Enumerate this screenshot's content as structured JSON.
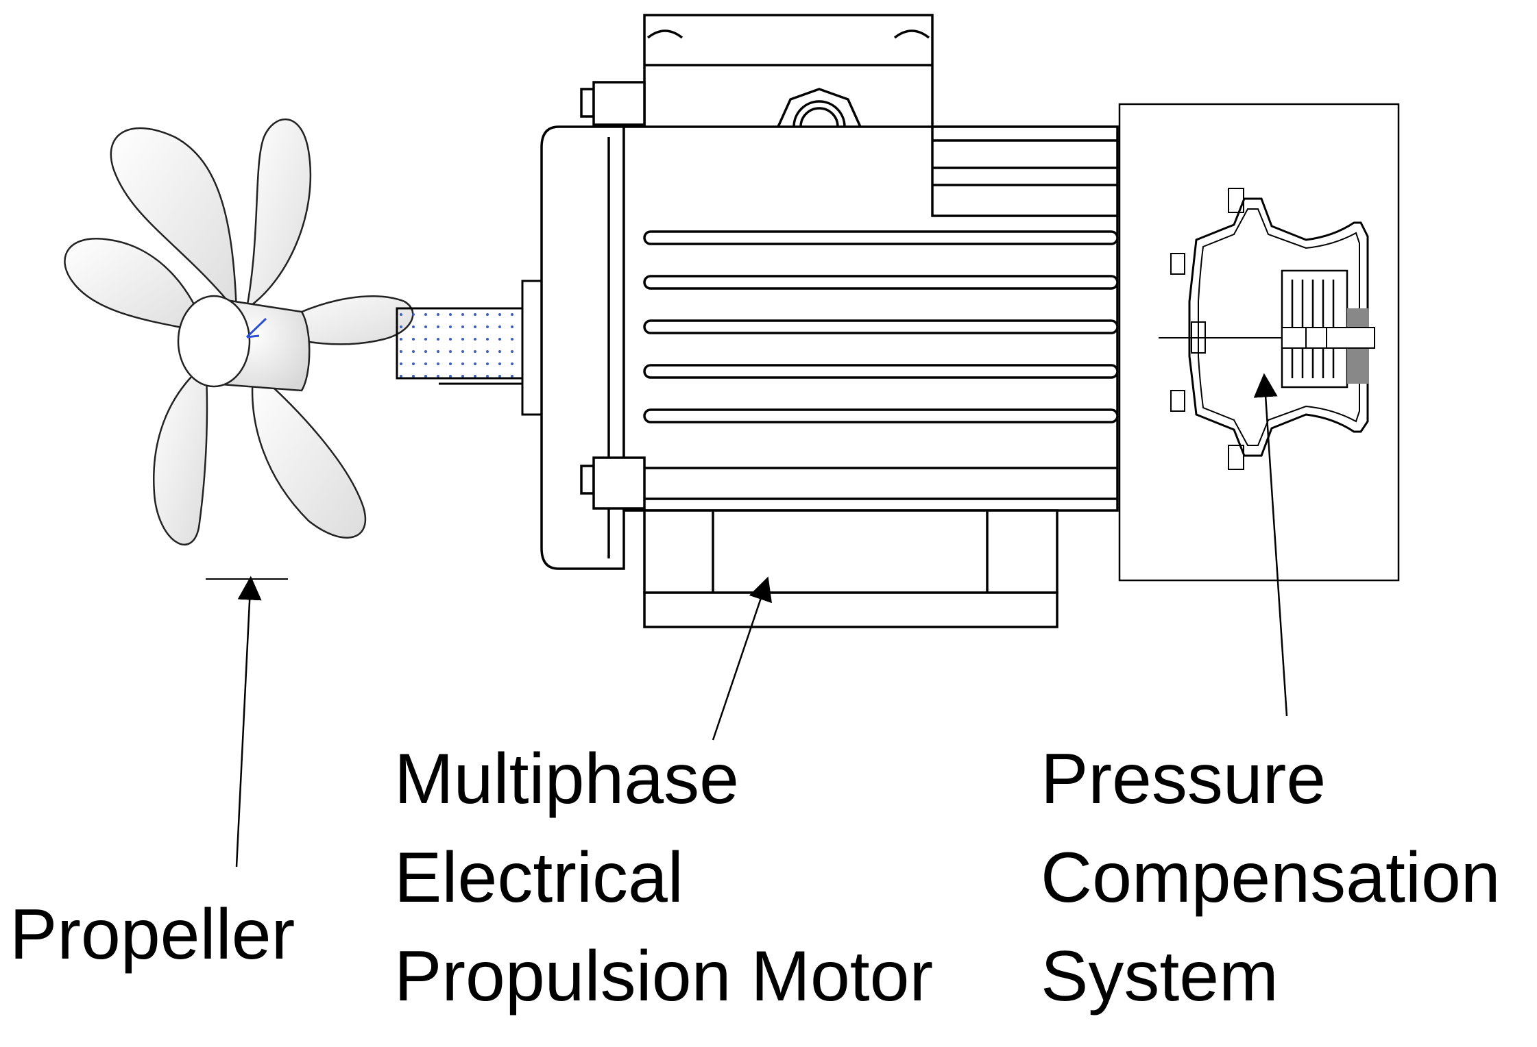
{
  "labels": {
    "propeller": "Propeller",
    "motor": [
      "Multiphase",
      "Electrical",
      "Propulsion Motor"
    ],
    "pressure_compensation": [
      "Pressure",
      "Compensation",
      "System"
    ]
  },
  "colors": {
    "line": "#000000",
    "background": "#ffffff",
    "dots": "#3a5fcd",
    "shading": "#d0d0d0"
  }
}
